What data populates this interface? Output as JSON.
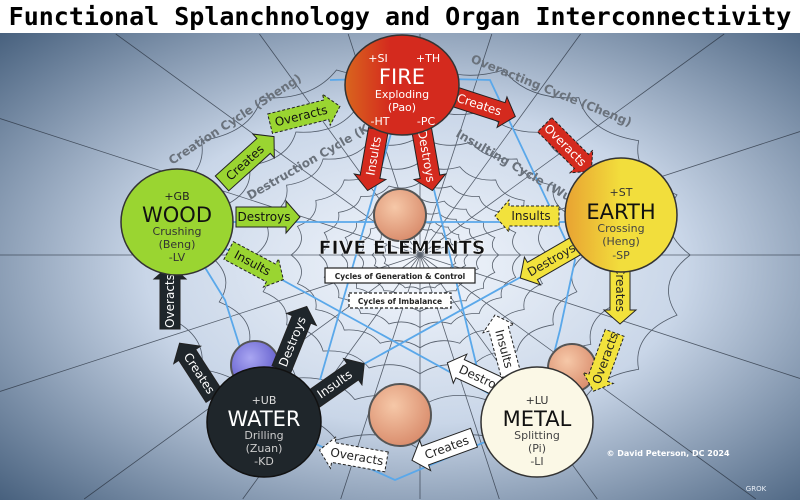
{
  "title": "Functional Splanchnology and Organ Interconnectivity",
  "center": {
    "heading": "FIVE ELEMENTS",
    "box_solid": "Cycles of Generation & Control",
    "box_dashed": "Cycles of Imbalance"
  },
  "cycles": {
    "creation": "Creation Cycle (Sheng)",
    "destruction": "Destruction Cycle (Ke)",
    "overacting": "Overacting Cycle (Cheng)",
    "insulting": "Insulting Cycle (Wu)"
  },
  "elements": {
    "fire": {
      "name": "FIRE",
      "plus1": "+SI",
      "plus2": "+TH",
      "action": "Exploding",
      "pinyin": "(Pao)",
      "minus1": "-HT",
      "minus2": "-PC",
      "color": "#d42a1e"
    },
    "wood": {
      "name": "WOOD",
      "plus1": "+GB",
      "action": "Crushing",
      "pinyin": "(Beng)",
      "minus1": "-LV",
      "color": "#9ad531"
    },
    "earth": {
      "name": "EARTH",
      "plus1": "+ST",
      "action": "Crossing",
      "pinyin": "(Heng)",
      "minus1": "-SP",
      "color": "#f2de3c"
    },
    "water": {
      "name": "WATER",
      "plus1": "+UB",
      "action": "Drilling",
      "pinyin": "(Zuan)",
      "minus1": "-KD",
      "color": "#1f262b"
    },
    "metal": {
      "name": "METAL",
      "plus1": "+LU",
      "action": "Splitting",
      "pinyin": "(Pi)",
      "minus1": "-LI",
      "color": "#fbf8e6"
    }
  },
  "arrows": [
    {
      "label": "Creates",
      "element": "wood",
      "dashed": false
    },
    {
      "label": "Overacts",
      "element": "wood",
      "dashed": true
    },
    {
      "label": "Destroys",
      "element": "wood",
      "dashed": false
    },
    {
      "label": "Insults",
      "element": "wood",
      "dashed": true
    },
    {
      "label": "Insults",
      "element": "fire",
      "dashed": false
    },
    {
      "label": "Destroys",
      "element": "fire",
      "dashed": false
    },
    {
      "label": "Creates",
      "element": "fire",
      "dashed": false
    },
    {
      "label": "Overacts",
      "element": "fire",
      "dashed": true
    },
    {
      "label": "Insults",
      "element": "earth",
      "dashed": true
    },
    {
      "label": "Destroys",
      "element": "earth",
      "dashed": false
    },
    {
      "label": "Creates",
      "element": "earth",
      "dashed": false
    },
    {
      "label": "Overacts",
      "element": "earth",
      "dashed": true
    },
    {
      "label": "Destroys",
      "element": "metal",
      "dashed": false
    },
    {
      "label": "Insults",
      "element": "metal",
      "dashed": true
    },
    {
      "label": "Creates",
      "element": "metal",
      "dashed": false
    },
    {
      "label": "Overacts",
      "element": "metal",
      "dashed": true
    },
    {
      "label": "Overacts",
      "element": "water",
      "dashed": false
    },
    {
      "label": "Creates",
      "element": "water",
      "dashed": false
    },
    {
      "label": "Destroys",
      "element": "water",
      "dashed": false
    },
    {
      "label": "Insults",
      "element": "water",
      "dashed": false
    }
  ],
  "copyright": "© David Peterson, DC 2024",
  "watermark": "GROK"
}
